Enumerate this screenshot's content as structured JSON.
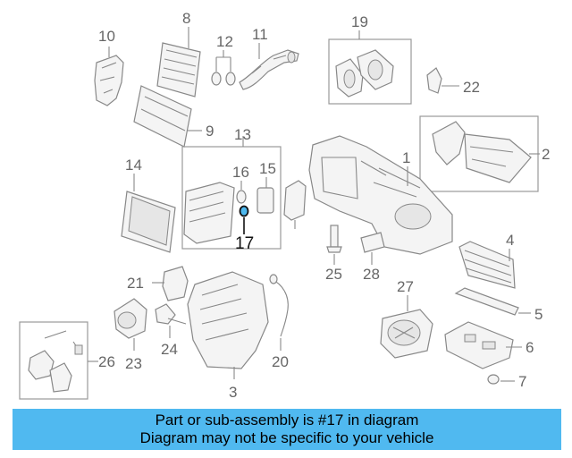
{
  "callouts": {
    "c1": "1",
    "c2": "2",
    "c3": "3",
    "c4": "4",
    "c5": "5",
    "c6": "6",
    "c7": "7",
    "c8": "8",
    "c9": "9",
    "c10": "10",
    "c11": "11",
    "c12": "12",
    "c13": "13",
    "c14": "14",
    "c15": "15",
    "c16": "16",
    "c17": "17",
    "c19": "19",
    "c20": "20",
    "c21": "21",
    "c22": "22",
    "c23": "23",
    "c24": "24",
    "c25": "25",
    "c26": "26",
    "c27": "27",
    "c28": "28"
  },
  "highlight_part": "17",
  "banner": {
    "line1": "Part or sub-assembly is #17 in diagram",
    "line2": "Diagram may not be specific to your vehicle",
    "color": "#50b9f0"
  }
}
